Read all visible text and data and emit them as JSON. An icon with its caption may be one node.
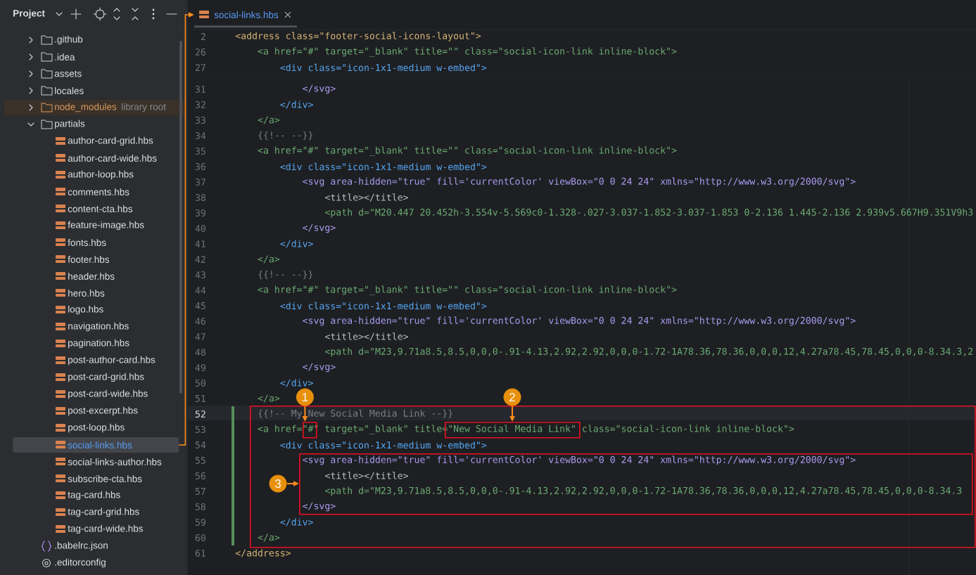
{
  "diagram": {
    "nodes": [
      {
        "text": [
          "social-links.hbs"
        ]
      },
      {
        "text": [
          "social-links.hbs"
        ]
      },
      {
        "text": [],
        "shape": "box"
      },
      {
        "text": [],
        "shape": "box",
        "in": 2
      },
      {
        "text": [],
        "shape": "box",
        "in": 2
      },
      {
        "text": [],
        "shape": "box",
        "in": 2
      },
      {
        "text": [
          "1"
        ]
      },
      {
        "text": [
          "2"
        ]
      },
      {
        "text": [
          "3"
        ],
        "in": 2
      }
    ],
    "edges": [
      {
        "from": 1,
        "to": 0,
        "arrow": "to"
      },
      {
        "from": 6,
        "to": 3,
        "arrow": "to"
      },
      {
        "from": 7,
        "to": 4,
        "arrow": "to"
      },
      {
        "from": 8,
        "to": 5,
        "arrow": "to"
      }
    ],
    "labels": [
      "Project",
      ".github",
      ".idea",
      "assets",
      "locales",
      "node_modules",
      "library root",
      "partials",
      "author-card-grid.hbs",
      "author-card-wide.hbs",
      "author-loop.hbs",
      "comments.hbs",
      "content-cta.hbs",
      "feature-image.hbs",
      "fonts.hbs",
      "footer.hbs",
      "header.hbs",
      "hero.hbs",
      "logo.hbs",
      "navigation.hbs",
      "pagination.hbs",
      "post-author-card.hbs",
      "post-card-grid.hbs",
      "post-card-wide.hbs",
      "post-excerpt.hbs",
      "post-loop.hbs",
      "social-links-author.hbs",
      "subscribe-cta.hbs",
      "tag-card.hbs",
      "tag-card-grid.hbs",
      "tag-card-wide.hbs",
      ".babelrc.json",
      ".editorconfig",
      "2",
      "<address class=\"footer-social-icons-layout\">",
      "26",
      "<a href=\"#\" target=\"_blank\" title=\"\" class=\"social-icon-link inline-block\">",
      "27",
      "<div class=\"icon-1x1-medium w-embed\">",
      "31",
      "</svg>",
      "32",
      "</div>",
      "33",
      "</a>",
      "34",
      "{{!-- --}}",
      "35",
      "<a href=\"#\" target=\"_blank\" title=\"\" class=\"social-icon-link inline-block\">",
      "36",
      "<div class=\"icon-1x1-medium w-embed\">",
      "37",
      "<svg area-hidden=\"true\" fill='currentColor' viewBox=\"0 0 24 24\" xmlns=\"http://www.w3.org/2000/svg\">",
      "38",
      "<title></title>",
      "39",
      "<path d=\"M20.447 20.452h-3.554v-5.569c0-1.328-.027-3.037-1.852-3.037-1.853 0-2.136 1.445-2.136 2.939v5.667H9.351V9h3",
      "40",
      "</svg>",
      "41",
      "</div>",
      "42",
      "</a>",
      "43",
      "{{!-- --}}",
      "44",
      "<a href=\"#\" target=\"_blank\" title=\"\" class=\"social-icon-link inline-block\">",
      "45",
      "<div class=\"icon-1x1-medium w-embed\">",
      "46",
      "<svg area-hidden=\"true\" fill='currentColor' viewBox=\"0 0 24 24\" xmlns=\"http://www.w3.org/2000/svg\">",
      "47",
      "<title></title>",
      "48",
      "<path d=\"M23,9.71a8.5,8.5,0,0,0-.91-4.13,2.92,2.92,0,0,0-1.72-1A78.36,78.36,0,0,0,12,4.27a78.45,78.45,0,0,0-8.34.3,2",
      "49",
      "</svg>",
      "50",
      "</div>",
      "51",
      "</a>",
      "52",
      "{{!-- My New Social Media Link --}}",
      "53",
      "<a href=\"#\" target=\"_blank\" title=\"New Social Media Link\" class=\"social-icon-link inline-block\">",
      "54",
      "<div class=\"icon-1x1-medium w-embed\">",
      "55",
      "<svg area-hidden=\"true\" fill='currentColor' viewBox=\"0 0 24 24\" xmlns=\"http://www.w3.org/2000/svg\">",
      "56",
      "<title></title>",
      "57",
      "<path d=\"M23,9.71a8.5,8.5,0,0,0-.91-4.13,2.92,2.92,0,0,0-1.72-1A78.36,78.36,0,0,0,12,4.27a78.45,78.45,0,0,0-8.34.3",
      "58",
      "</svg>",
      "59",
      "</div>",
      "60",
      "</a>",
      "61",
      "</address>"
    ]
  }
}
